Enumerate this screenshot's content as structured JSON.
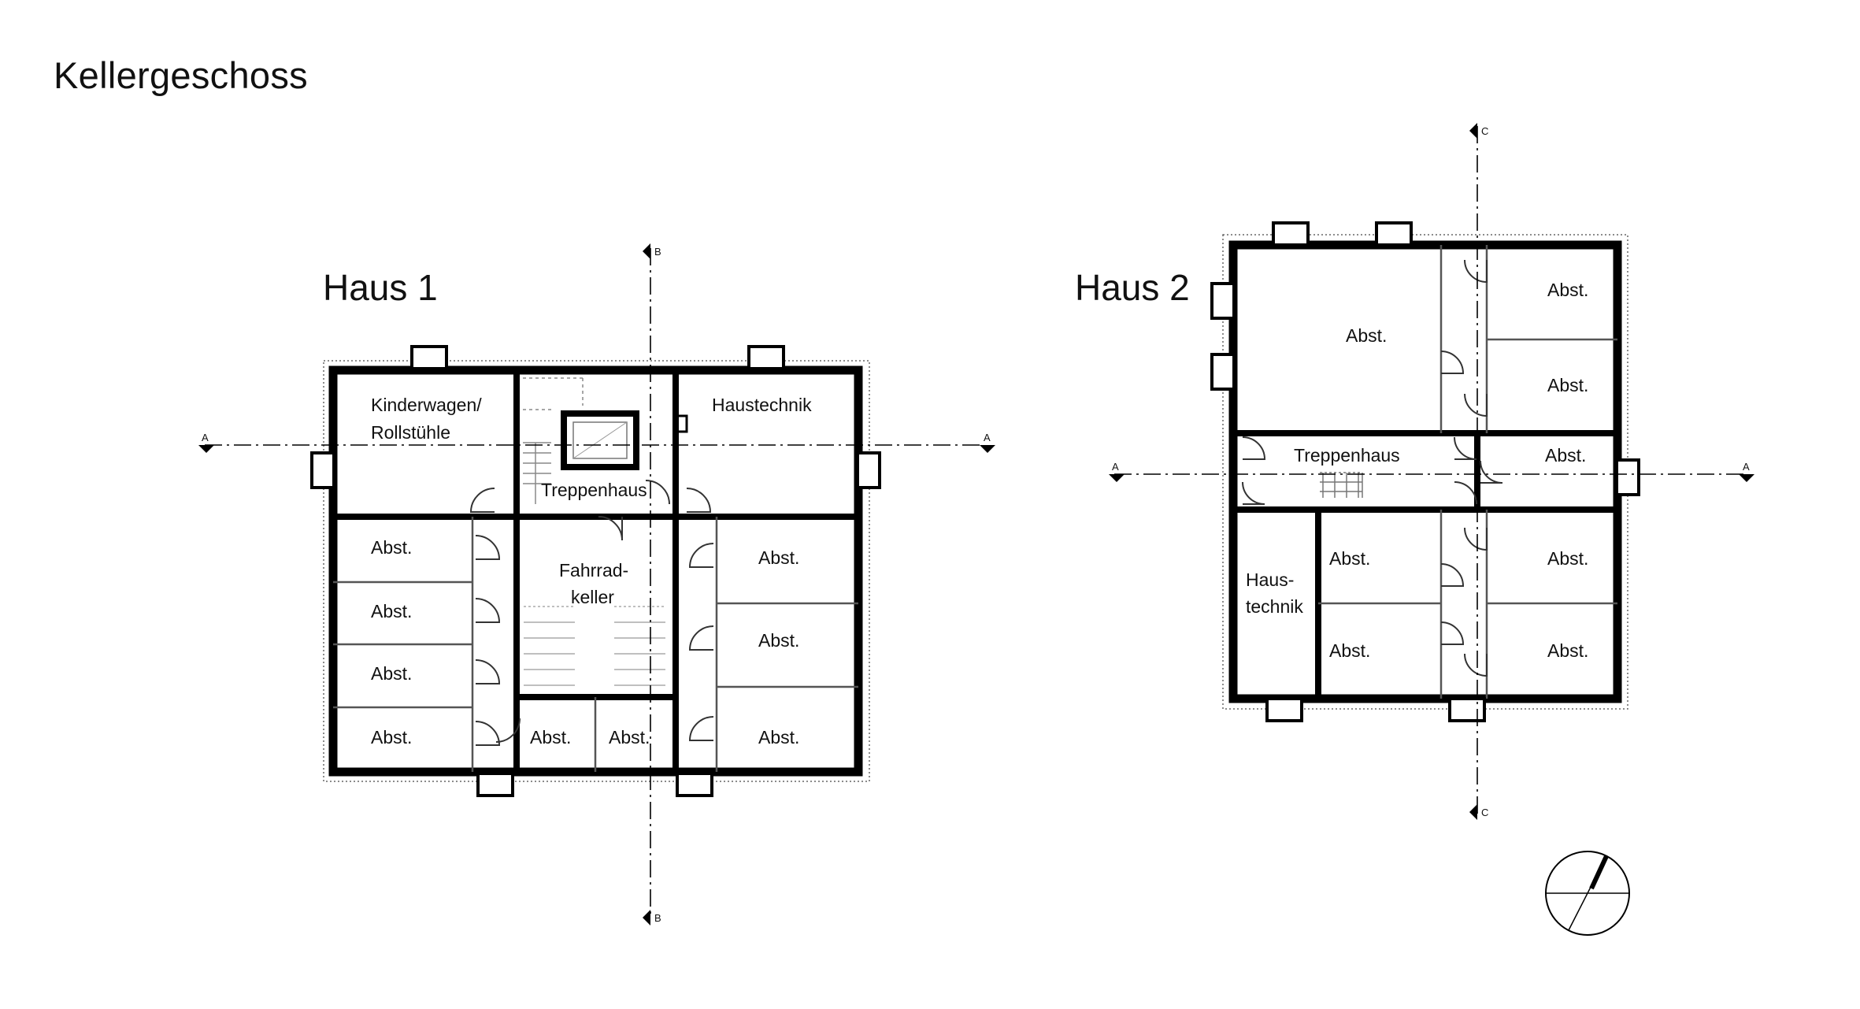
{
  "title": "Kellergeschoss",
  "haus1": {
    "name": "Haus 1",
    "rooms": {
      "kinderwagen_1": "Kinderwagen/",
      "kinderwagen_2": "Rollstühle",
      "haustechnik": "Haustechnik",
      "treppenhaus": "Treppenhaus",
      "fahrrad_1": "Fahrrad-",
      "fahrrad_2": "keller",
      "left_1": "Abst.",
      "left_2": "Abst.",
      "left_3": "Abst.",
      "left_4": "Abst.",
      "right_1": "Abst.",
      "right_2": "Abst.",
      "right_3": "Abst.",
      "bottom_1": "Abst.",
      "bottom_2": "Abst."
    }
  },
  "haus2": {
    "name": "Haus 2",
    "rooms": {
      "big": "Abst.",
      "tr_1": "Abst.",
      "tr_2": "Abst.",
      "treppenhaus": "Treppenhaus",
      "mid_right": "Abst.",
      "haustechnik_1": "Haus-",
      "haustechnik_2": "technik",
      "mid_1": "Abst.",
      "mid_2": "Abst.",
      "br_1": "Abst.",
      "br_2": "Abst."
    }
  },
  "section_marks": {
    "a": "A",
    "b": "B",
    "c": "C"
  },
  "colors": {
    "wall": "#000000",
    "thin": "#555555",
    "background": "#ffffff"
  },
  "icons": [
    "north-arrow-icon",
    "section-marker-icon",
    "stair-icon",
    "door-swing-icon"
  ]
}
